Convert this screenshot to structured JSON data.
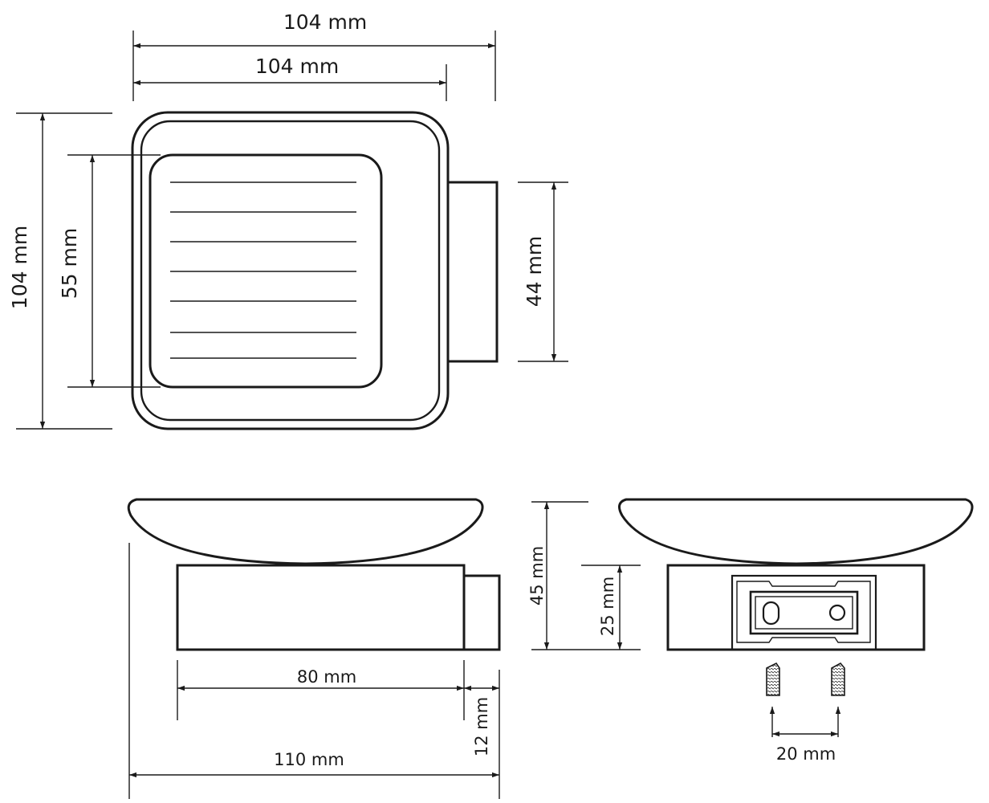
{
  "drawing": {
    "top_view": {
      "overall_width": "104 mm",
      "inner_width": "104 mm",
      "overall_height": "104 mm",
      "insert_height": "55 mm",
      "mount_height": "44 mm"
    },
    "front_view": {
      "base_width": "80 mm",
      "mount_depth": "12 mm",
      "overall_depth": "110 mm"
    },
    "side_view": {
      "overall_height": "45 mm",
      "base_height": "25 mm",
      "screw_spacing": "20 mm"
    }
  }
}
